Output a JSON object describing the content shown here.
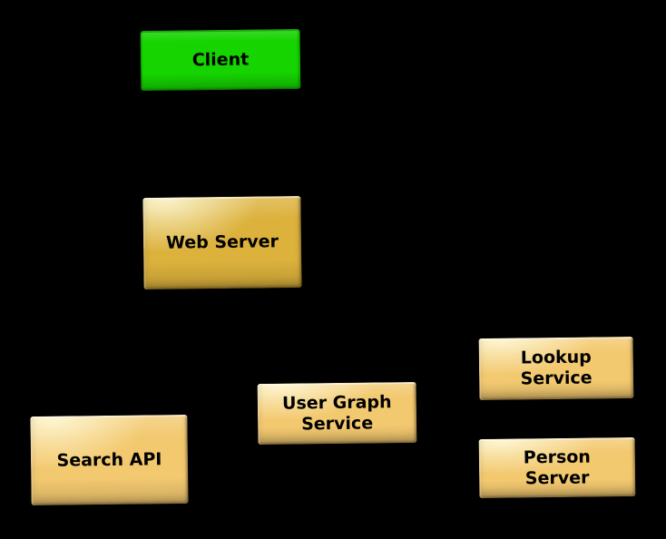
{
  "diagram": {
    "type": "architecture-block-diagram",
    "background_color": "#000000",
    "text_color": "#000000",
    "nodes": [
      {
        "id": "client",
        "label": "Client",
        "fill": "#15d400"
      },
      {
        "id": "web-server",
        "label": "Web Server",
        "fill": "#dcb13c"
      },
      {
        "id": "search-api",
        "label": "Search API",
        "fill": "#f3c970"
      },
      {
        "id": "user-graph-service",
        "label": "User Graph\nService",
        "fill": "#f3c970"
      },
      {
        "id": "lookup-service",
        "label": "Lookup\nService",
        "fill": "#f3c970"
      },
      {
        "id": "person-server",
        "label": "Person\nServer",
        "fill": "#f3c970"
      }
    ]
  }
}
